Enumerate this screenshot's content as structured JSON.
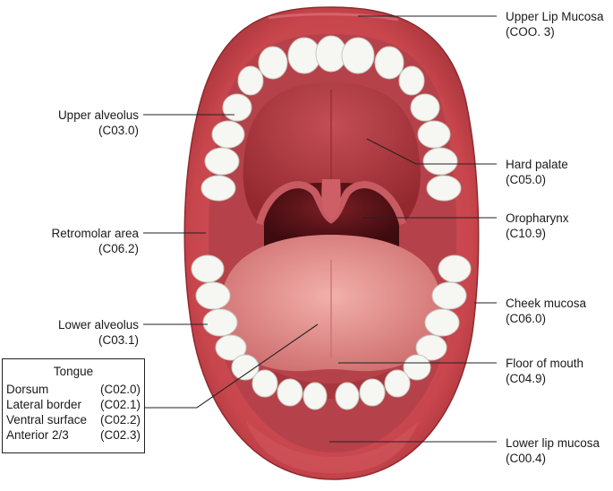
{
  "labels": {
    "upper_lip": {
      "name": "Upper Lip Mucosa",
      "code": "(COO. 3)"
    },
    "upper_alveolus": {
      "name": "Upper alveolus",
      "code": "(C03.0)"
    },
    "hard_palate": {
      "name": "Hard palate",
      "code": "(C05.0)"
    },
    "retromolar": {
      "name": "Retromolar area",
      "code": "(C06.2)"
    },
    "oropharynx": {
      "name": "Oropharynx",
      "code": "(C10.9)"
    },
    "cheek": {
      "name": "Cheek mucosa",
      "code": "(C06.0)"
    },
    "lower_alveolus": {
      "name": "Lower alveolus",
      "code": "(C03.1)"
    },
    "floor": {
      "name": "Floor of mouth",
      "code": "(C04.9)"
    },
    "lower_lip": {
      "name": "Lower lip mucosa",
      "code": "(C00.4)"
    }
  },
  "tongue": {
    "title": "Tongue",
    "rows": [
      {
        "name": "Dorsum",
        "code": "(C02.0)"
      },
      {
        "name": "Lateral border",
        "code": "(C02.1)"
      },
      {
        "name": "Ventral surface",
        "code": "(C02.2)"
      },
      {
        "name": "Anterior 2/3",
        "code": "(C02.3)"
      }
    ]
  },
  "colors": {
    "lip": "#c8454c",
    "lip_dark": "#8e2a30",
    "mucosa": "#b8474c",
    "palate": "#a8343b",
    "throat": "#5a1418",
    "tongue": "#e2908d",
    "tooth": "#f6f6f2",
    "leader": "#222222"
  }
}
